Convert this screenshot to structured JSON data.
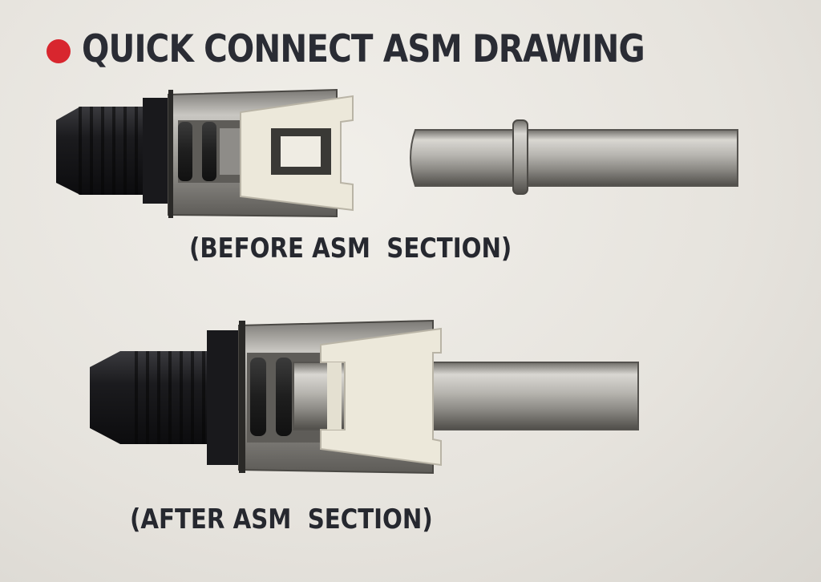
{
  "title": "QUICK CONNECT ASM DRAWING",
  "captions": {
    "before": "(BEFORE ASM  SECTION)",
    "after": "(AFTER ASM  SECTION)"
  },
  "icons": {
    "bullet": "red-circle-bullet-icon"
  },
  "colors": {
    "bullet": "#d8262e",
    "text": "#26282f",
    "metal": "#a8a6a1",
    "plastic": "#ece8da",
    "black_fitting": "#1c1c1f"
  }
}
